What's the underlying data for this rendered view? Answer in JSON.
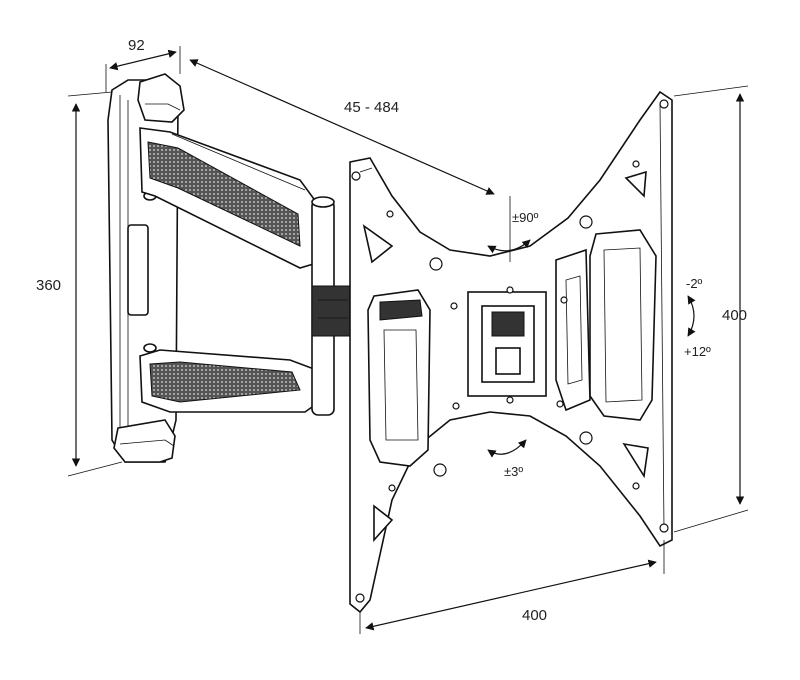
{
  "dimensions": {
    "depth_top": "92",
    "extension": "45 - 484",
    "wall_plate_height": "360",
    "vesa_height": "400",
    "vesa_width": "400"
  },
  "angles": {
    "swivel": "±90º",
    "tilt_down": "-2º",
    "tilt_up": "+12º",
    "rotation": "±3º"
  }
}
